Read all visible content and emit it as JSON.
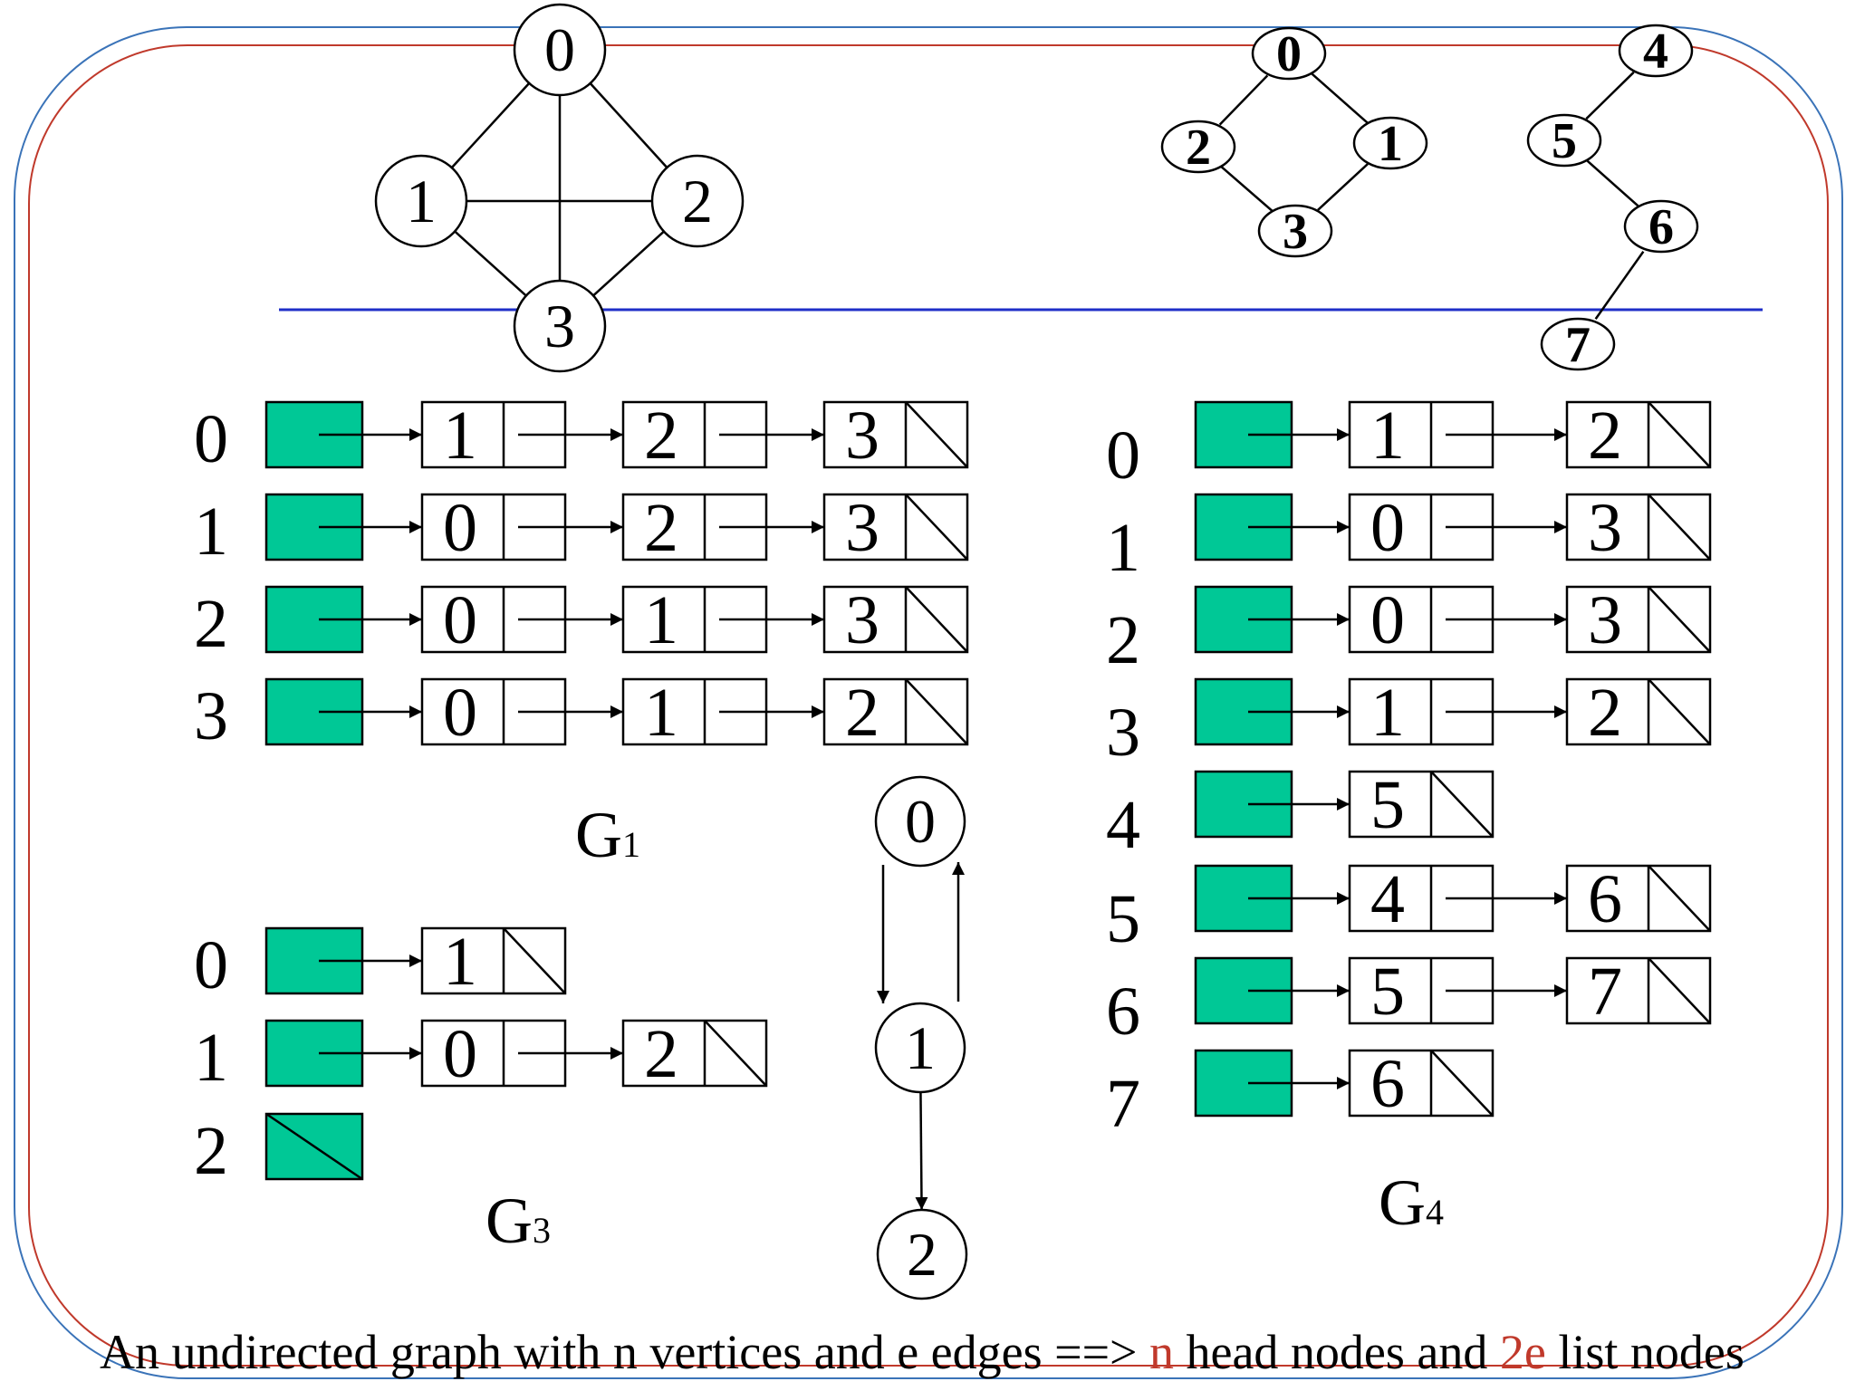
{
  "colors": {
    "head_fill": "#00c896",
    "frame_outer": "#3a73b8",
    "frame_inner": "#c0392b",
    "divider": "#1f2fc8",
    "highlight": "#c0392b",
    "ink": "#000000"
  },
  "graphs": {
    "g1": {
      "name": "G",
      "sub": "1",
      "vertices": [
        "0",
        "1",
        "2",
        "3"
      ],
      "adj_lists": [
        [
          "1",
          "2",
          "3"
        ],
        [
          "0",
          "2",
          "3"
        ],
        [
          "0",
          "1",
          "3"
        ],
        [
          "0",
          "1",
          "2"
        ]
      ]
    },
    "g2": {
      "vertices": [
        "0",
        "1",
        "2",
        "3"
      ]
    },
    "g3": {
      "name": "G",
      "sub": "3",
      "vertices": [
        "0",
        "1",
        "2"
      ],
      "adj_lists": [
        [
          "1"
        ],
        [
          "0",
          "2"
        ],
        []
      ]
    },
    "g4": {
      "name": "G",
      "sub": "4",
      "vertices": [
        "0",
        "1",
        "2",
        "3",
        "4",
        "5",
        "6",
        "7"
      ],
      "adj_lists": [
        [
          "1",
          "2"
        ],
        [
          "0",
          "3"
        ],
        [
          "0",
          "3"
        ],
        [
          "1",
          "2"
        ],
        [
          "5"
        ],
        [
          "4",
          "6"
        ],
        [
          "5",
          "7"
        ],
        [
          "6"
        ]
      ]
    }
  },
  "caption": {
    "part1": "An undirected graph with n vertices and e edges ==> ",
    "n": "n",
    "part2": " head nodes and ",
    "twoe": "2e",
    "part3": " list nodes"
  }
}
